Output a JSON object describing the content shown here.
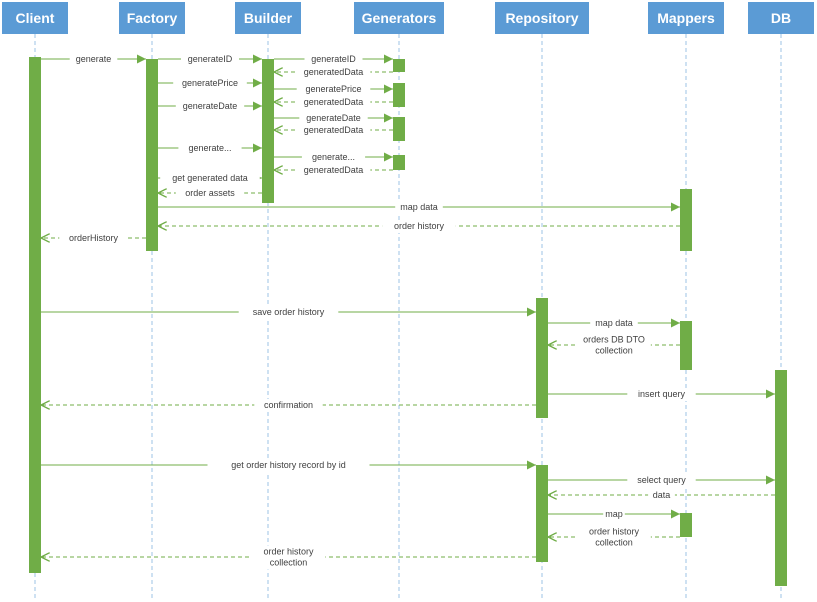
{
  "participants": [
    {
      "id": "client",
      "label": "Client"
    },
    {
      "id": "factory",
      "label": "Factory"
    },
    {
      "id": "builder",
      "label": "Builder"
    },
    {
      "id": "generators",
      "label": "Generators"
    },
    {
      "id": "repository",
      "label": "Repository"
    },
    {
      "id": "mappers",
      "label": "Mappers"
    },
    {
      "id": "db",
      "label": "DB"
    }
  ],
  "messages": [
    {
      "from": "client",
      "to": "factory",
      "label": "generate",
      "type": "call"
    },
    {
      "from": "factory",
      "to": "builder",
      "label": "generateID",
      "type": "call"
    },
    {
      "from": "builder",
      "to": "generators",
      "label": "generateID",
      "type": "call"
    },
    {
      "from": "generators",
      "to": "builder",
      "label": "generatedData",
      "type": "return"
    },
    {
      "from": "factory",
      "to": "builder",
      "label": "generatePrice",
      "type": "call"
    },
    {
      "from": "builder",
      "to": "generators",
      "label": "generatePrice",
      "type": "call"
    },
    {
      "from": "generators",
      "to": "builder",
      "label": "generatedData",
      "type": "return"
    },
    {
      "from": "factory",
      "to": "builder",
      "label": "generateDate",
      "type": "call"
    },
    {
      "from": "builder",
      "to": "generators",
      "label": "generateDate",
      "type": "call"
    },
    {
      "from": "generators",
      "to": "builder",
      "label": "generatedData",
      "type": "return"
    },
    {
      "from": "factory",
      "to": "builder",
      "label": "generate...",
      "type": "call"
    },
    {
      "from": "builder",
      "to": "generators",
      "label": "generate...",
      "type": "call"
    },
    {
      "from": "generators",
      "to": "builder",
      "label": "generatedData",
      "type": "return"
    },
    {
      "from": "factory",
      "to": "builder",
      "label": "get generated data",
      "type": "call"
    },
    {
      "from": "builder",
      "to": "factory",
      "label": "order assets",
      "type": "return"
    },
    {
      "from": "factory",
      "to": "mappers",
      "label": "map data",
      "type": "call"
    },
    {
      "from": "mappers",
      "to": "factory",
      "label": "order history",
      "type": "return"
    },
    {
      "from": "factory",
      "to": "client",
      "label": "orderHistory",
      "type": "return"
    },
    {
      "from": "client",
      "to": "repository",
      "label": "save order history",
      "type": "call"
    },
    {
      "from": "repository",
      "to": "mappers",
      "label": "map data",
      "type": "call"
    },
    {
      "from": "mappers",
      "to": "repository",
      "label": "orders DB DTO collection",
      "label_lines": [
        "orders DB DTO",
        "collection"
      ],
      "type": "return"
    },
    {
      "from": "repository",
      "to": "db",
      "label": "insert query",
      "type": "call"
    },
    {
      "from": "repository",
      "to": "client",
      "label": "confirmation",
      "type": "return"
    },
    {
      "from": "client",
      "to": "repository",
      "label": "get order history record by id",
      "type": "call"
    },
    {
      "from": "repository",
      "to": "db",
      "label": "select query",
      "type": "call"
    },
    {
      "from": "db",
      "to": "repository",
      "label": "data",
      "type": "return"
    },
    {
      "from": "repository",
      "to": "mappers",
      "label": "map",
      "type": "call"
    },
    {
      "from": "mappers",
      "to": "repository",
      "label": "order history collection",
      "label_lines": [
        "order history",
        "collection"
      ],
      "type": "return"
    },
    {
      "from": "repository",
      "to": "client",
      "label": "order history collection",
      "label_lines": [
        "order history",
        "collection"
      ],
      "type": "return"
    }
  ],
  "colors": {
    "header": "#5b9bd5",
    "lifeline": "#9dc3e6",
    "activation": "#70ad47",
    "message": "#70ad47"
  }
}
